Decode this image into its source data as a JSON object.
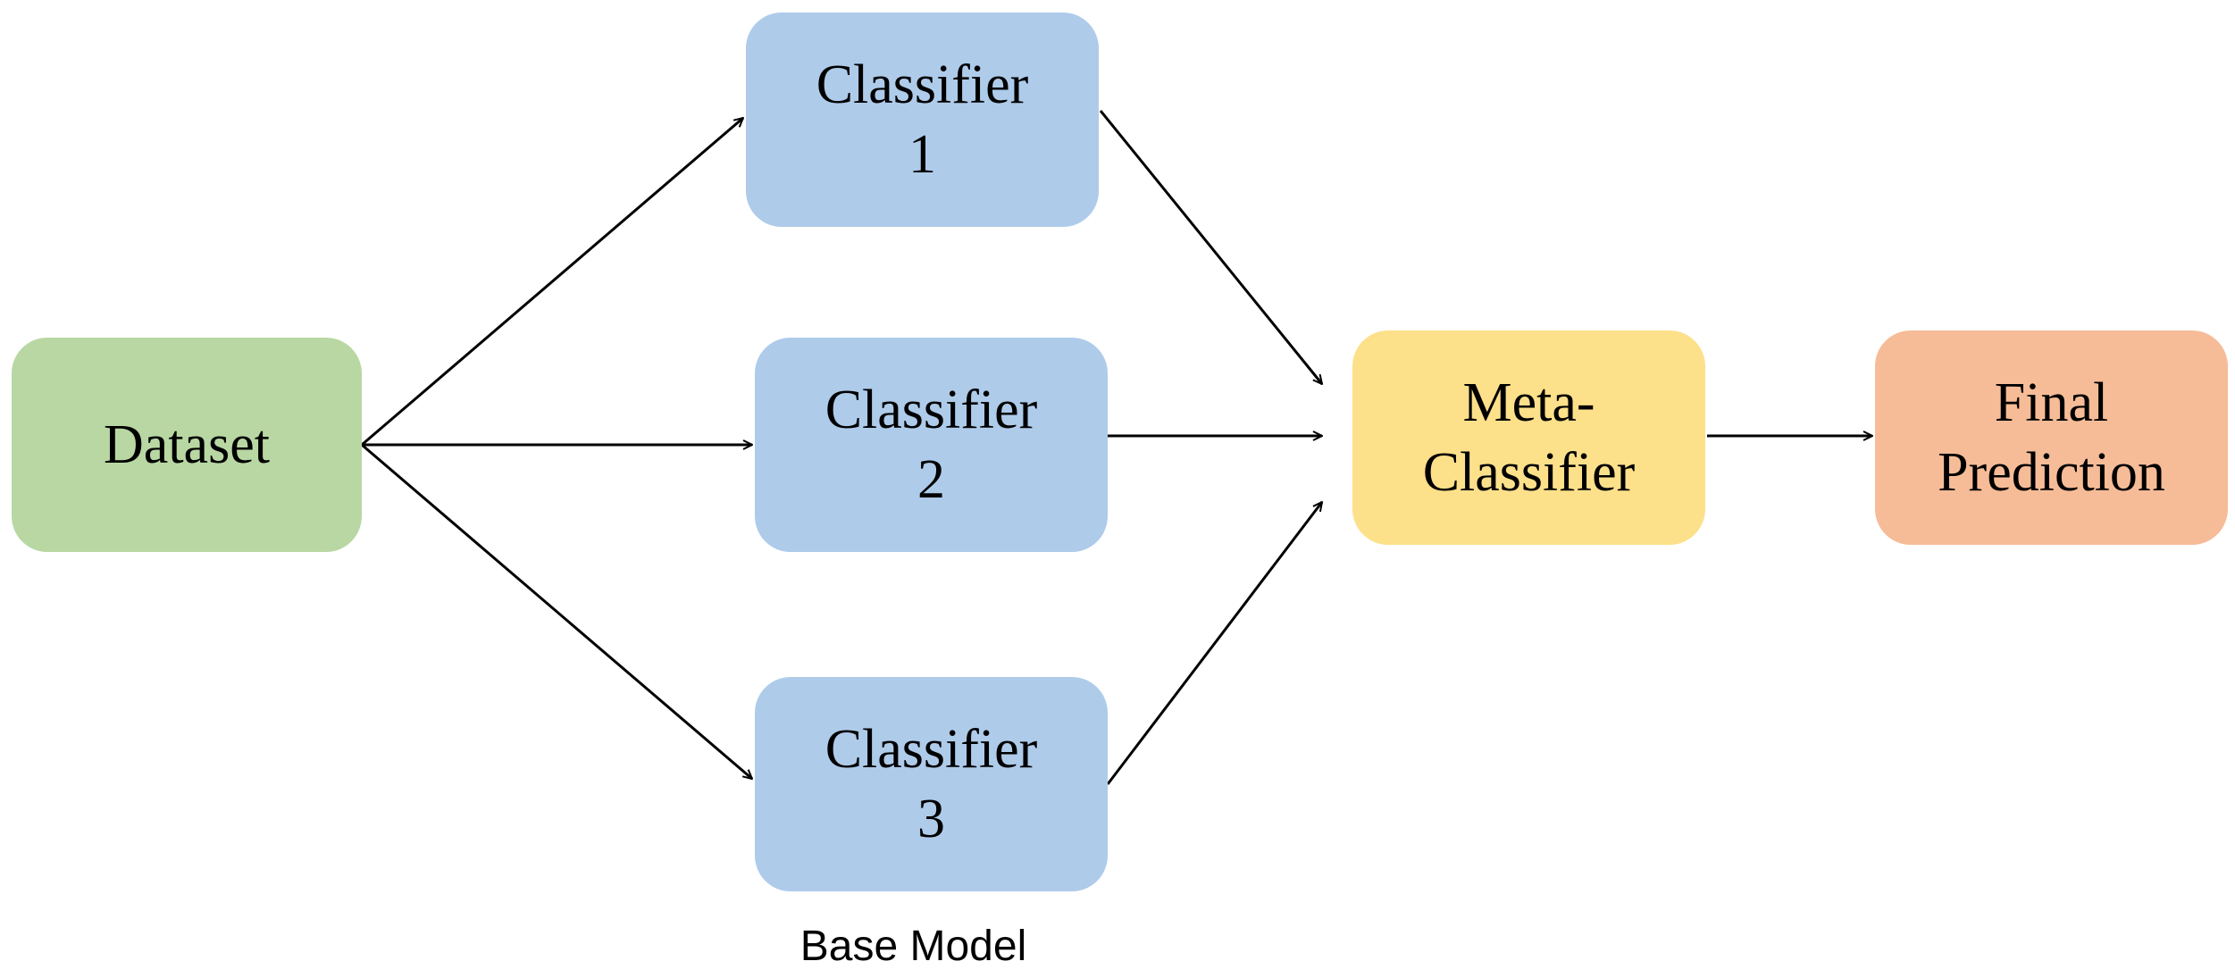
{
  "colors": {
    "dataset": "#b8d7a3",
    "classifier": "#aecbea",
    "meta": "#fde08a",
    "final": "#f6bc97",
    "arrow": "#000000"
  },
  "nodes": {
    "dataset": {
      "lines": [
        "Dataset"
      ]
    },
    "classifier_1": {
      "lines": [
        "Classifier",
        "1"
      ]
    },
    "classifier_2": {
      "lines": [
        "Classifier",
        "2"
      ]
    },
    "classifier_3": {
      "lines": [
        "Classifier",
        "3"
      ]
    },
    "meta_classifier": {
      "lines": [
        "Meta-",
        "Classifier"
      ]
    },
    "final_prediction": {
      "lines": [
        "Final",
        "Prediction"
      ]
    }
  },
  "labels": {
    "base_model": "Base Model"
  },
  "edges": [
    {
      "from": "dataset",
      "to": "classifier_1"
    },
    {
      "from": "dataset",
      "to": "classifier_2"
    },
    {
      "from": "dataset",
      "to": "classifier_3"
    },
    {
      "from": "classifier_1",
      "to": "meta_classifier"
    },
    {
      "from": "classifier_2",
      "to": "meta_classifier"
    },
    {
      "from": "classifier_3",
      "to": "meta_classifier"
    },
    {
      "from": "meta_classifier",
      "to": "final_prediction"
    }
  ]
}
